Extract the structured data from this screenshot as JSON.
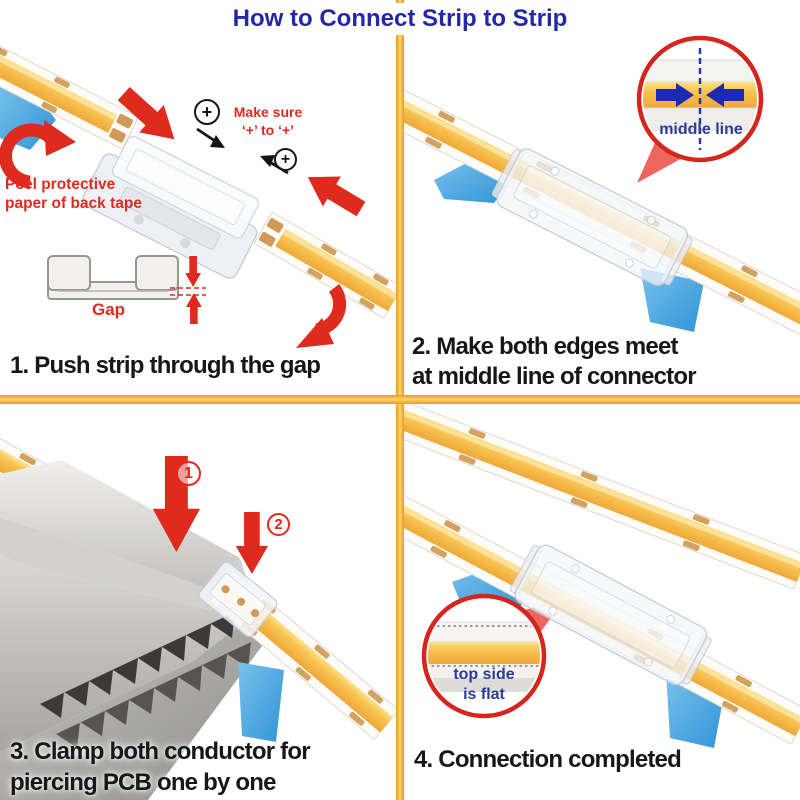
{
  "title": "How to Connect Strip to Strip",
  "colors": {
    "accent_red": "#df2b1e",
    "title_blue": "#2328a6",
    "label_blue": "#2b3a9e",
    "divider_yellow": "#ffd45e",
    "strip_yellow": "#f8c452",
    "tape_blue": "#4aa5e0"
  },
  "icons": {
    "plus_circle": "+",
    "marker_1": "1",
    "marker_2": "2"
  },
  "panels": {
    "step1": {
      "peel_line1": "Peel protective",
      "peel_line2": "paper of back tape",
      "make_sure_line1": "Make sure",
      "make_sure_line2": "‘+’ to ‘+’",
      "gap_label": "Gap",
      "caption": "1. Push strip through the gap"
    },
    "step2": {
      "magnifier_label": "middle line",
      "caption_line1": "2. Make both edges meet",
      "caption_line2": "at middle line of connector"
    },
    "step3": {
      "caption_line1": "3. Clamp both conductor for",
      "caption_line2": "piercing PCB one by one"
    },
    "step4": {
      "magnifier_label_line1": "top side",
      "magnifier_label_line2": "is flat",
      "caption": "4. Connection completed"
    }
  }
}
